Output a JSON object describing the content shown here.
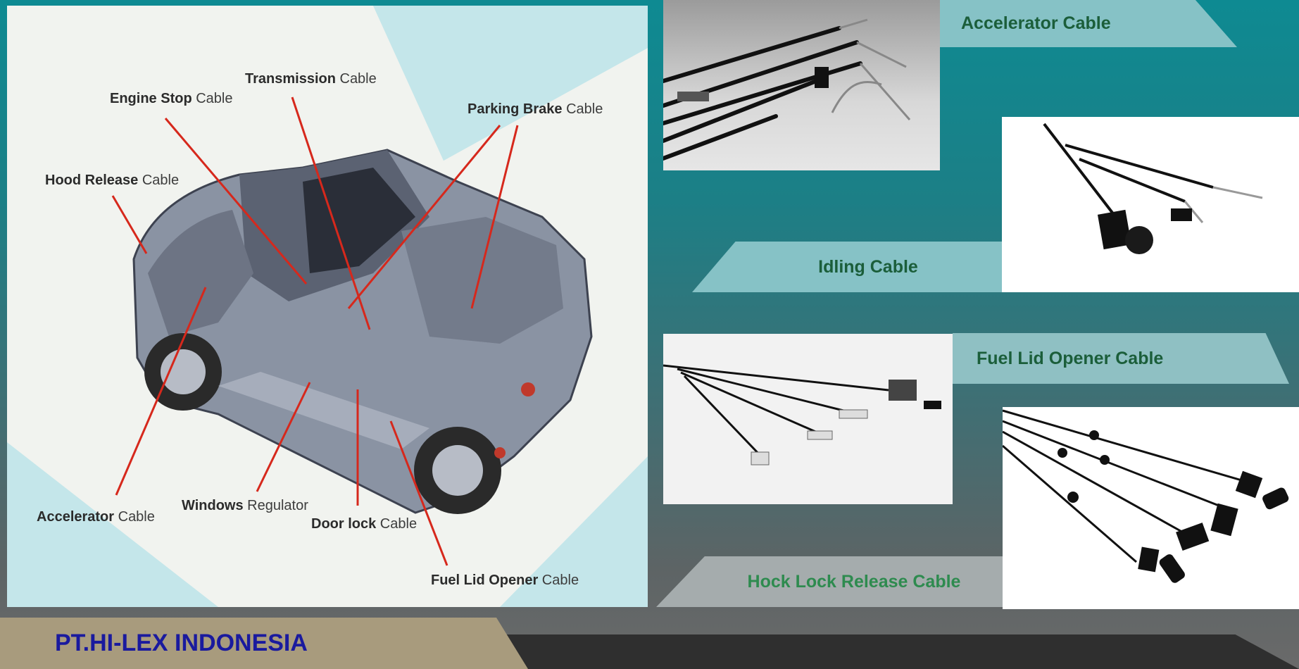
{
  "diagram": {
    "labels": [
      {
        "bold": "Transmission",
        "normal": " Cable"
      },
      {
        "bold": "Engine Stop",
        "normal": " Cable"
      },
      {
        "bold": "Parking Brake",
        "normal": " Cable"
      },
      {
        "bold": "Hood Release",
        "normal": " Cable"
      },
      {
        "bold": "Accelerator",
        "normal": " Cable"
      },
      {
        "bold": "Windows",
        "normal": " Regulator"
      },
      {
        "bold": "Door lock",
        "normal": " Cable"
      },
      {
        "bold": "Fuel Lid Opener",
        "normal": "  Cable"
      }
    ]
  },
  "products": {
    "accelerator": "Accelerator Cable",
    "idling": "Idling Cable",
    "fuel_lid": "Fuel Lid Opener Cable",
    "hock_lock": "Hock Lock Release Cable"
  },
  "footer": {
    "company": "PT.HI-LEX INDONESIA"
  },
  "colors": {
    "banner": "#86c2c6",
    "banner_text": "#1b5e3a",
    "hock_text": "#2e8b4f",
    "brand_bg": "#a89b7d",
    "brand_text": "#1a1a9e",
    "pointer_line": "#d6281c"
  }
}
